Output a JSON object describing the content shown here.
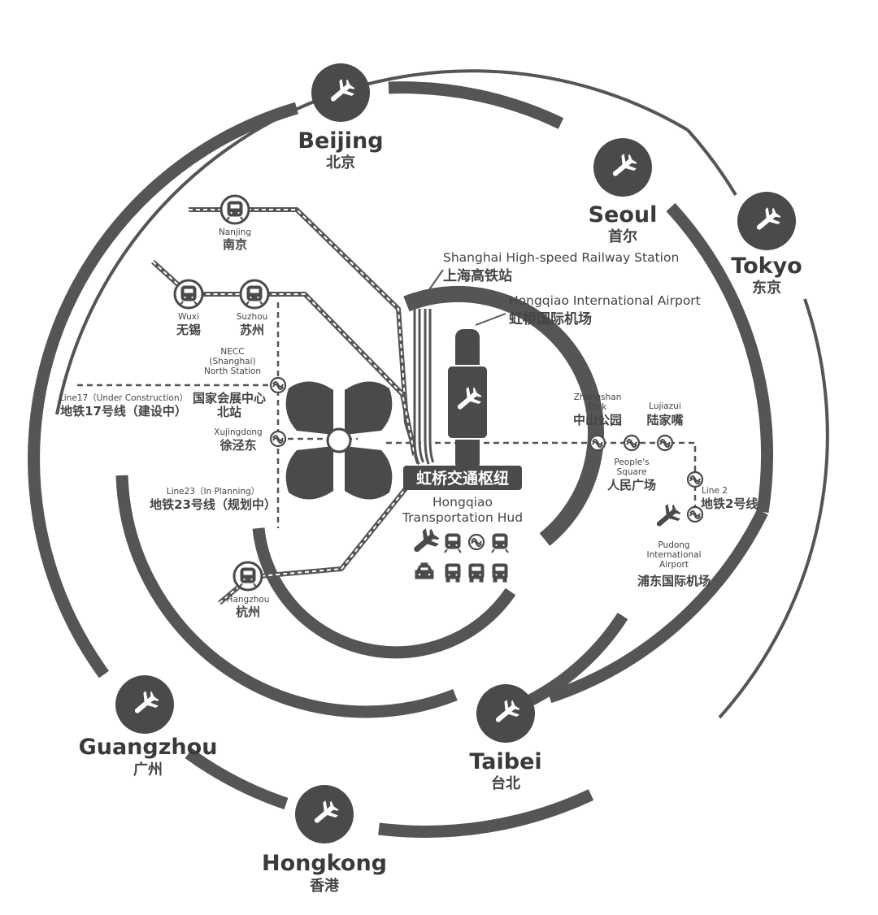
{
  "colors": {
    "main": "#555555",
    "dark": "#4a4a4a",
    "background": "#ffffff"
  },
  "icons": {
    "airport": "airplane-icon",
    "railway": "train-icon",
    "metro": "metro-icon",
    "taxi": "taxi-icon",
    "bus": "bus-icon"
  },
  "cities": {
    "beijing": {
      "en": "Beijing",
      "zh": "北京"
    },
    "seoul": {
      "en": "Seoul",
      "zh": "首尔"
    },
    "tokyo": {
      "en": "Tokyo",
      "zh": "东京"
    },
    "guangzhou": {
      "en": "Guangzhou",
      "zh": "广州"
    },
    "taibei": {
      "en": "Taibei",
      "zh": "台北"
    },
    "hongkong": {
      "en": "Hongkong",
      "zh": "香港"
    }
  },
  "rail": {
    "nanjing": {
      "en": "Nanjing",
      "zh": "南京"
    },
    "wuxi": {
      "en": "Wuxi",
      "zh": "无锡"
    },
    "suzhou": {
      "en": "Suzhou",
      "zh": "苏州"
    },
    "hangzhou": {
      "en": "Hangzhou",
      "zh": "杭州"
    }
  },
  "metro": {
    "necc": {
      "en_1": "NECC",
      "en_2": "(Shanghai)",
      "en_3": "North Station",
      "zh_1": "国家会展中心",
      "zh_2": "北站"
    },
    "line17": {
      "en": "Line17（Under Construction）",
      "zh": "地铁17号线（建设中）"
    },
    "xujingdong": {
      "en": "Xujingdong",
      "zh": "徐泾东"
    },
    "line23": {
      "en": "Line23（In Planning）",
      "zh": "地铁23号线（规划中）"
    },
    "zhongshan": {
      "en_1": "Zhongshan",
      "en_2": "Park",
      "zh": "中山公园"
    },
    "lujiazui": {
      "en": "Lujiazui",
      "zh": "陆家嘴"
    },
    "peoples": {
      "en_1": "People's",
      "en_2": "Square",
      "zh": "人民广场"
    },
    "line2": {
      "en": "Line 2",
      "zh": "地铁2号线"
    },
    "pudong": {
      "en_1": "Pudong",
      "en_2": "International",
      "en_3": "Airport",
      "zh": "浦东国际机场"
    }
  },
  "hub": {
    "railway_en": "Shanghai High-speed Railway Station",
    "railway_zh": "上海高铁站",
    "airport_en": "Hongqiao International Airport",
    "airport_zh": "虹桥国际机场",
    "title_zh": "虹桥交通枢纽",
    "title_en_1": "Hongqiao",
    "title_en_2": "Transportation Hud"
  }
}
